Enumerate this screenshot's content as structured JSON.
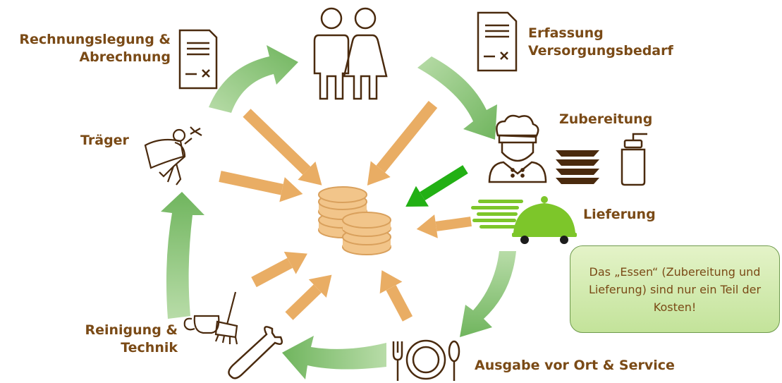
{
  "colors": {
    "label": "#7a4a16",
    "icon_stroke": "#4a2a0e",
    "cycle_arrow": "#8cc47a",
    "cost_arrow": "#e9ad64",
    "highlight_arrow": "#22b014",
    "coin_fill": "#f2c58a",
    "coin_stroke": "#d9a05c",
    "delivery_green": "#7dc62a",
    "note_text": "#7a4a16"
  },
  "labels": {
    "billing": "Rechnungslegung &\nAbrechnung",
    "needs": "Erfassung\nVersorgungsbedarf",
    "preparation": "Zubereitung",
    "delivery": "Lieferung",
    "service": "Ausgabe vor Ort & Service",
    "cleaning": "Reinigung &\nTechnik",
    "carrier": "Träger"
  },
  "note": "Das „Essen“ (Zubereitung und Lieferung) sind nur ein Teil der Kosten!",
  "icons": [
    "document-icon",
    "people-icon",
    "document-icon",
    "chef-icon",
    "plates-icon",
    "bottle-icon",
    "delivery-icon",
    "cutlery-plate-icon",
    "cleaning-icon",
    "wrench-icon",
    "superhero-icon",
    "coins-icon"
  ]
}
